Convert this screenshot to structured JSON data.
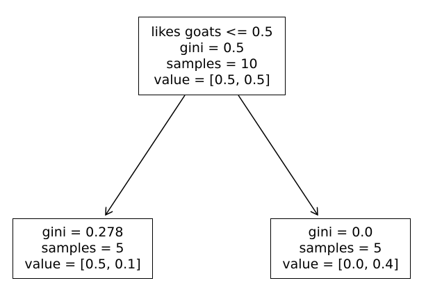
{
  "tree": {
    "root": {
      "split": "likes goats <= 0.5",
      "gini": "gini = 0.5",
      "samples": "samples = 10",
      "value": "value = [0.5, 0.5]"
    },
    "left": {
      "gini": "gini = 0.278",
      "samples": "samples = 5",
      "value": "value = [0.5, 0.1]"
    },
    "right": {
      "gini": "gini = 0.0",
      "samples": "samples = 5",
      "value": "value = [0.0, 0.4]"
    }
  },
  "style": {
    "node_border_color": "#000000",
    "edge_color": "#000000",
    "background": "#ffffff"
  }
}
